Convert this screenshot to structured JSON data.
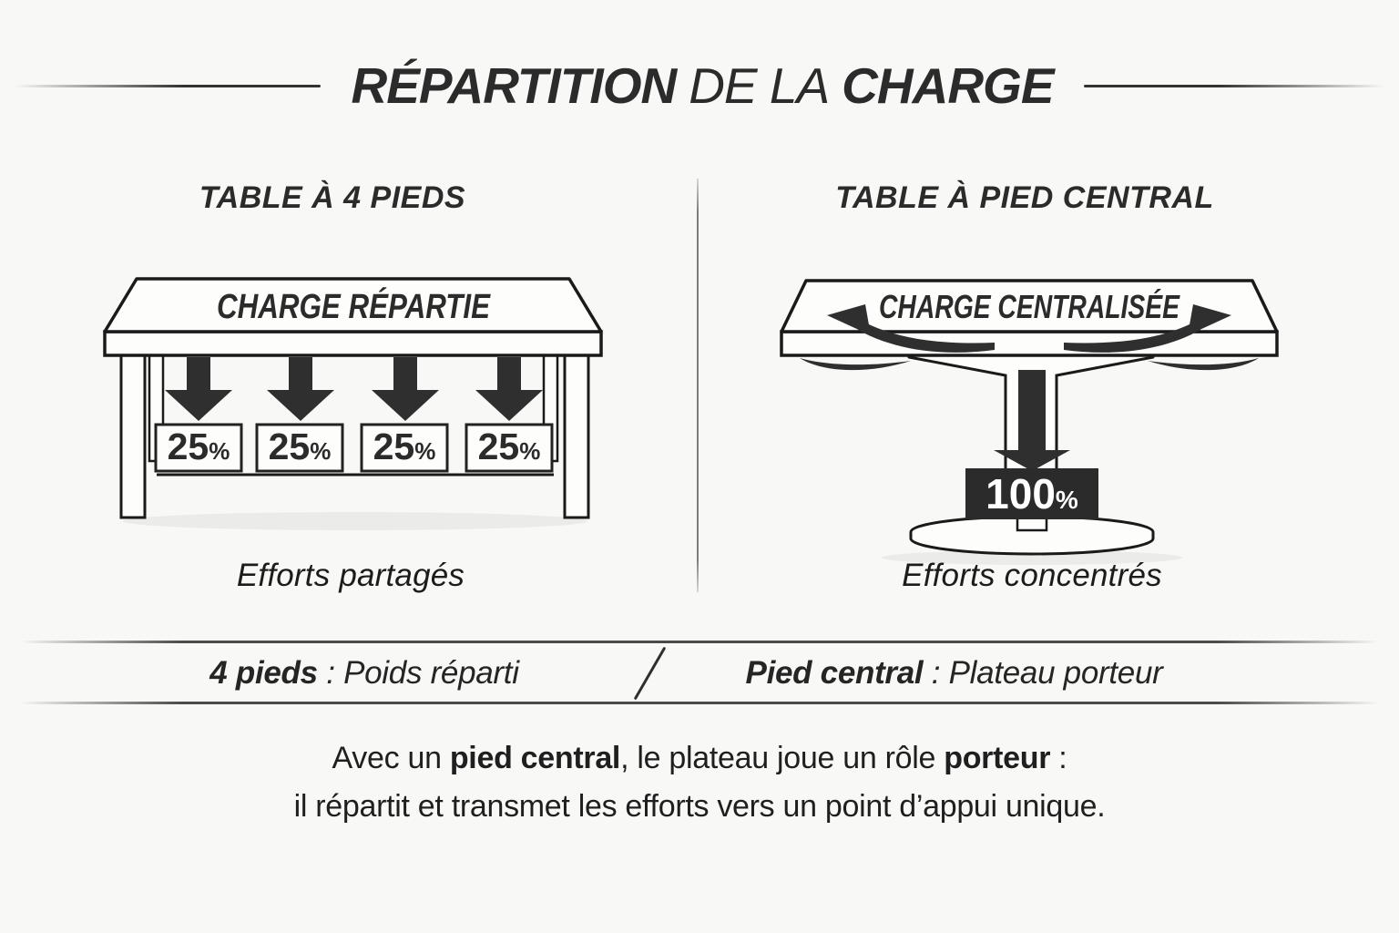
{
  "title": {
    "part1": "RÉPARTITION",
    "part2": "DE LA",
    "part3": "CHARGE"
  },
  "left_panel": {
    "heading": "TABLE À 4 PIEDS",
    "table_label": "CHARGE RÉPARTIE",
    "load_boxes": [
      {
        "value": "25",
        "unit": "%"
      },
      {
        "value": "25",
        "unit": "%"
      },
      {
        "value": "25",
        "unit": "%"
      },
      {
        "value": "25",
        "unit": "%"
      }
    ],
    "caption": "Efforts partagés"
  },
  "right_panel": {
    "heading": "TABLE À PIED CENTRAL",
    "table_label": "CHARGE CENTRALISÉE",
    "load_box": {
      "value": "100",
      "unit": "%"
    },
    "caption": "Efforts concentrés"
  },
  "comparison": {
    "left": {
      "term": "4 pieds",
      "separator": " : ",
      "description": "Poids réparti"
    },
    "right": {
      "term": "Pied central",
      "separator": " : ",
      "description": "Plateau porteur"
    }
  },
  "footer": {
    "line1_pre": "Avec un ",
    "line1_bold1": "pied central",
    "line1_mid": ", le plateau joue un rôle ",
    "line1_bold2": "porteur",
    "line1_end": " :",
    "line2": "il répartit et transmet les efforts vers un point d’appui unique."
  },
  "colors": {
    "background": "#f8f8f6",
    "ink": "#2b2b2b",
    "arrow": "#2f2f2f",
    "dark_box": "#2b2b2b",
    "outline": "#1a1a1a"
  }
}
